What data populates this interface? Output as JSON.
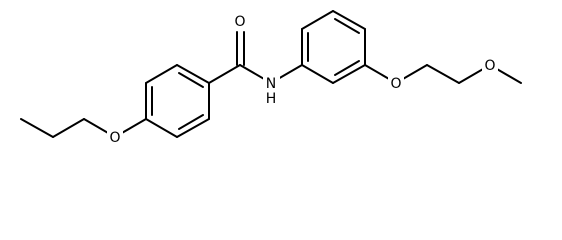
{
  "structure": {
    "atoms": {
      "carbonyl_o": "O",
      "amide_n": "N",
      "amide_h": "H",
      "ether_o_left": "O",
      "ether_o_right": "O",
      "methoxy_o": "O"
    }
  },
  "colors": {
    "bond": "#000000",
    "background": "#ffffff"
  }
}
